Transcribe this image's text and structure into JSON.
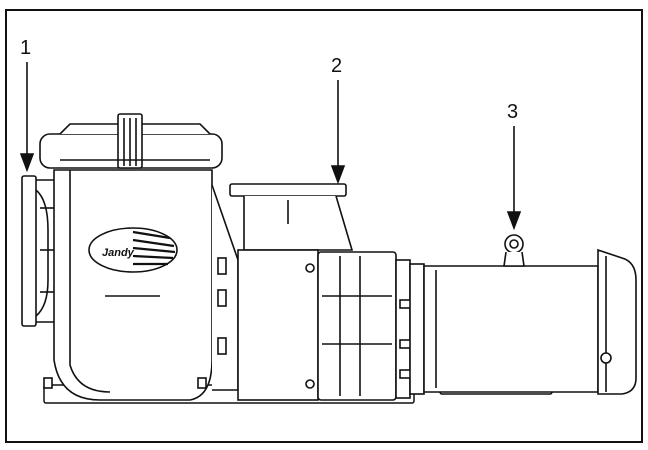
{
  "diagram": {
    "callouts": [
      {
        "id": "1",
        "label": "1"
      },
      {
        "id": "2",
        "label": "2"
      },
      {
        "id": "3",
        "label": "3"
      }
    ],
    "logo": {
      "text": "Jandy"
    },
    "colors": {
      "stroke": "#111111",
      "fill": "#ffffff",
      "shade": "#d9d9d9"
    }
  }
}
